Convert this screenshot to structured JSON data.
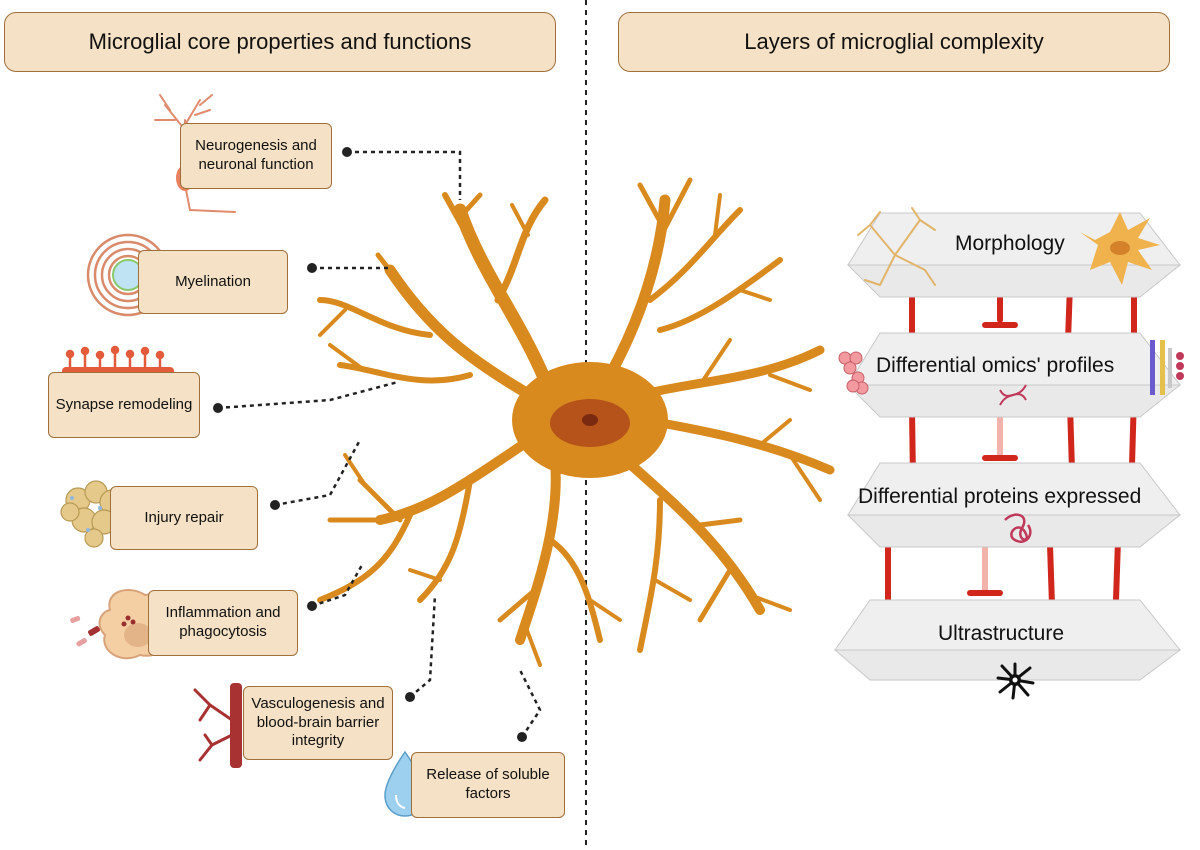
{
  "headers": {
    "left": "Microglial core properties and functions",
    "right": "Layers of microglial complexity"
  },
  "functions": [
    {
      "id": "neurogenesis",
      "text": "Neurogenesis and neuronal function"
    },
    {
      "id": "myelination",
      "text": "Myelination"
    },
    {
      "id": "synapse",
      "text": "Synapse remodeling"
    },
    {
      "id": "injury",
      "text": "Injury repair"
    },
    {
      "id": "inflammation",
      "text": "Inflammation and phagocytosis"
    },
    {
      "id": "vasculogenesis",
      "text": "Vasculogenesis and blood-brain barrier integrity"
    },
    {
      "id": "soluble",
      "text": "Release of soluble factors"
    }
  ],
  "layers": [
    {
      "id": "morphology",
      "text": "Morphology"
    },
    {
      "id": "omics",
      "text": "Differential omics' profiles"
    },
    {
      "id": "proteins",
      "text": "Differential proteins expressed"
    },
    {
      "id": "ultrastructure",
      "text": "Ultrastructure"
    }
  ],
  "colors": {
    "box_fill": "#f5e1c5",
    "box_border": "#a0703a",
    "microglia": "#d98a1f",
    "nucleus": "#b5531a",
    "connector": "#d0261b",
    "plane": "#e9e9e9"
  }
}
